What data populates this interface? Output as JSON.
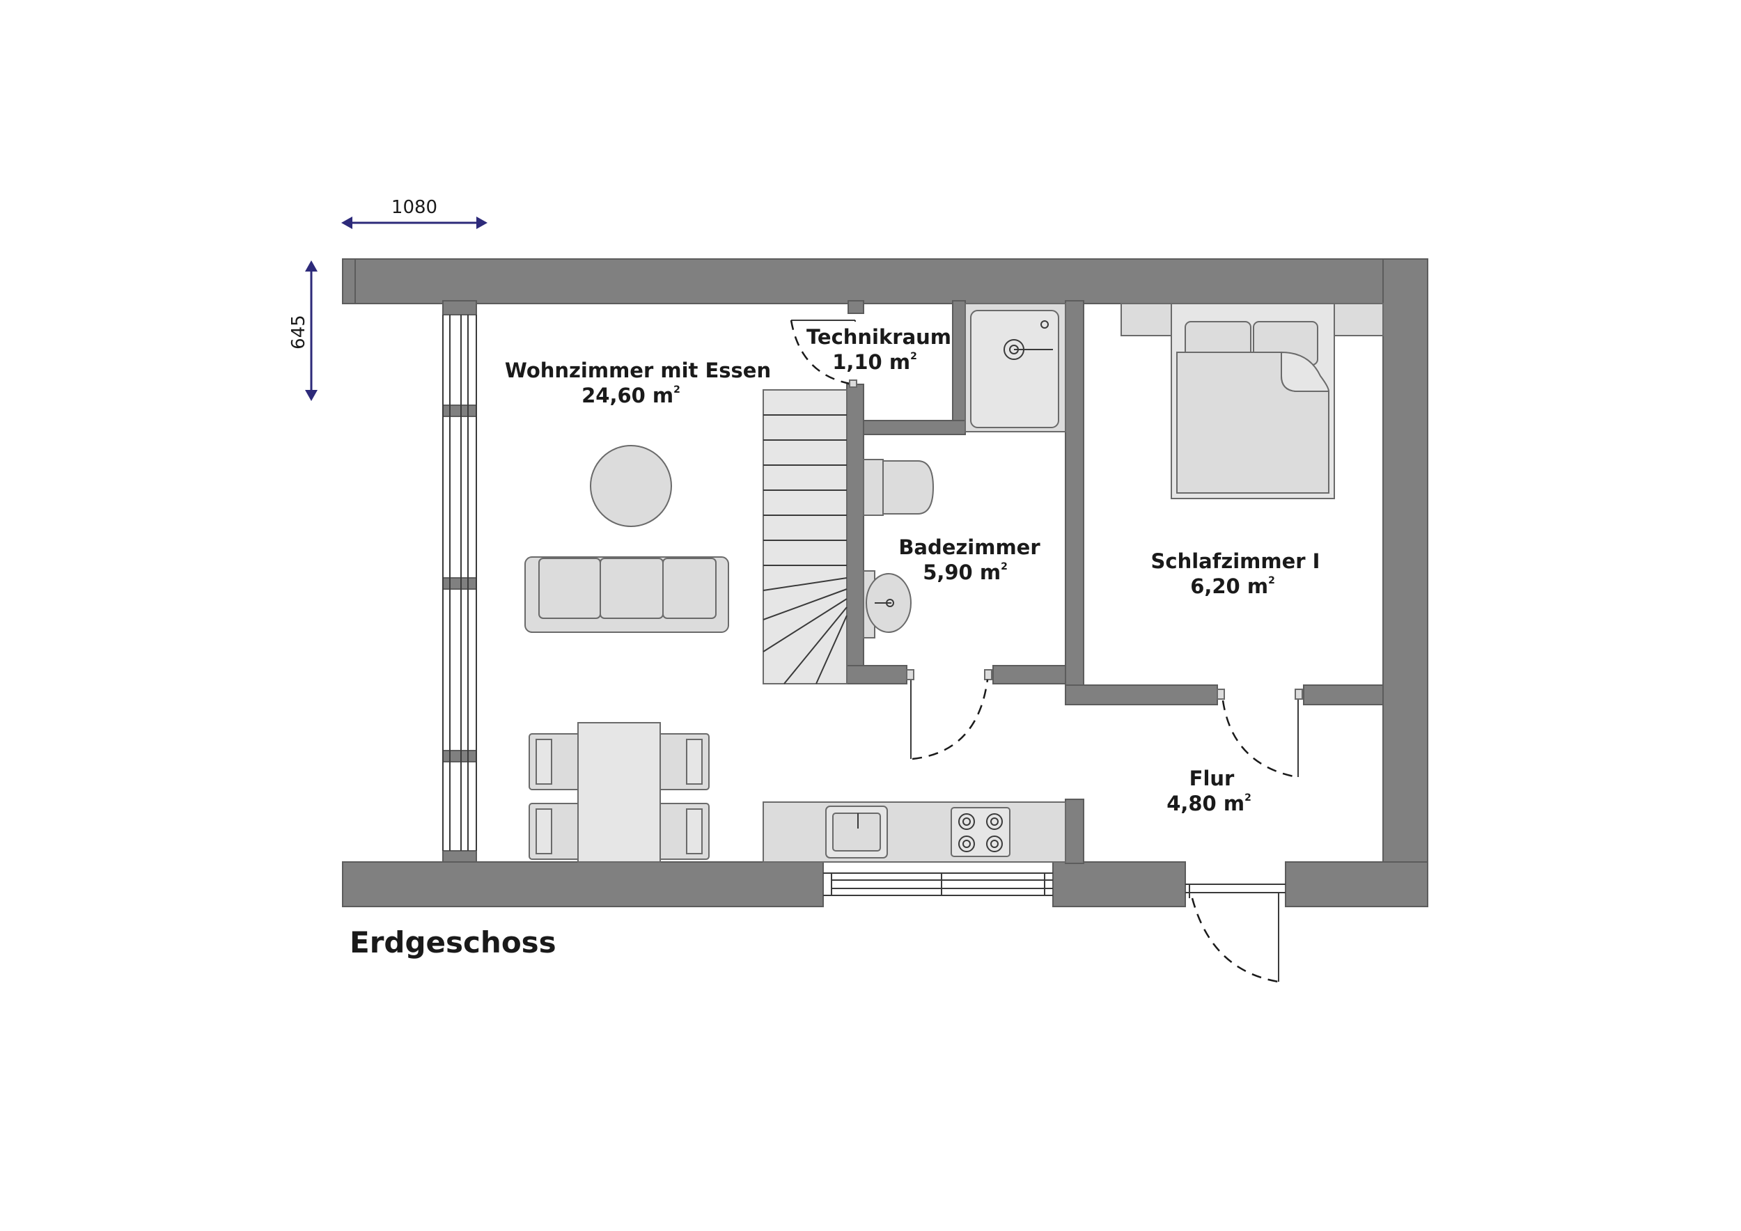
{
  "dimensions": {
    "width_label": "1080",
    "height_label": "645"
  },
  "floor_title": "Erdgeschoss",
  "rooms": [
    {
      "name": "Wohnzimmer mit Essen",
      "area": "24,60 m",
      "unit_sup": "2"
    },
    {
      "name": "Technikraum",
      "area": "1,10 m",
      "unit_sup": "2"
    },
    {
      "name": "Badezimmer",
      "area": "5,90 m",
      "unit_sup": "2"
    },
    {
      "name": "Schlafzimmer I",
      "area": "6,20 m",
      "unit_sup": "2"
    },
    {
      "name": "Flur",
      "area": "4,80 m",
      "unit_sup": "2"
    }
  ],
  "colors": {
    "wall": "#808080",
    "furniture": "#dcdcdc",
    "dimension": "#2d2a7a",
    "text": "#1a1a1a"
  }
}
